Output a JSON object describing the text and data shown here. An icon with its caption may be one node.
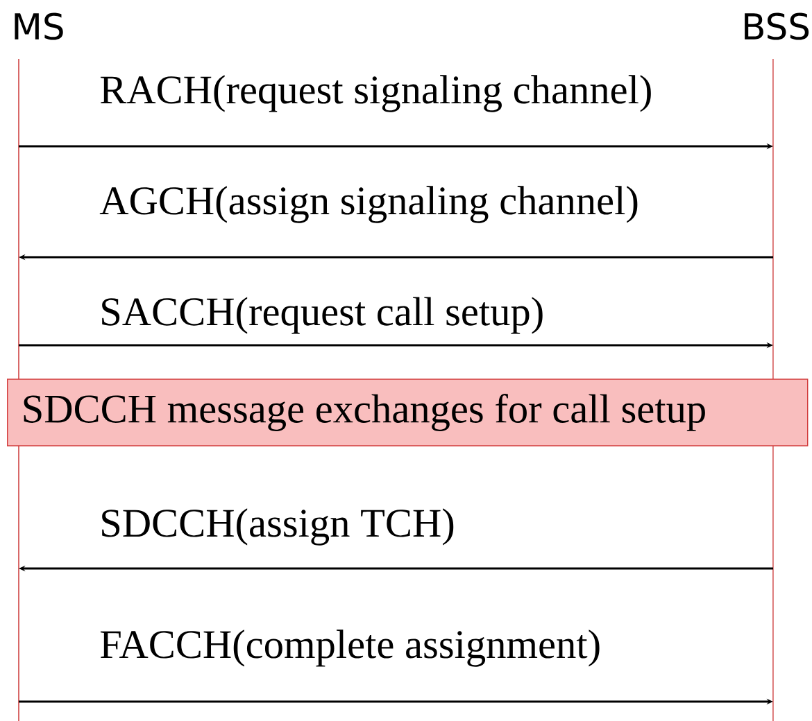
{
  "diagram": {
    "nodes": [
      {
        "text": [
          "MS"
        ]
      },
      {
        "text": [
          "BSS"
        ]
      },
      {
        "text": [
          "SDCCH message exchanges for call setup"
        ]
      }
    ],
    "edges": [
      {
        "from": 0,
        "to": 1,
        "arrow": "to",
        "label": "RACH(request signaling channel)"
      },
      {
        "from": 1,
        "to": 0,
        "arrow": "to",
        "label": "AGCH(assign signaling channel)"
      },
      {
        "from": 0,
        "to": 1,
        "arrow": "to",
        "label": "SACCH(request call setup)"
      },
      {
        "from": 1,
        "to": 0,
        "arrow": "to",
        "label": "SDCCH(assign TCH)"
      },
      {
        "from": 0,
        "to": 1,
        "arrow": "to",
        "label": "FACCH(complete assignment)"
      }
    ]
  }
}
